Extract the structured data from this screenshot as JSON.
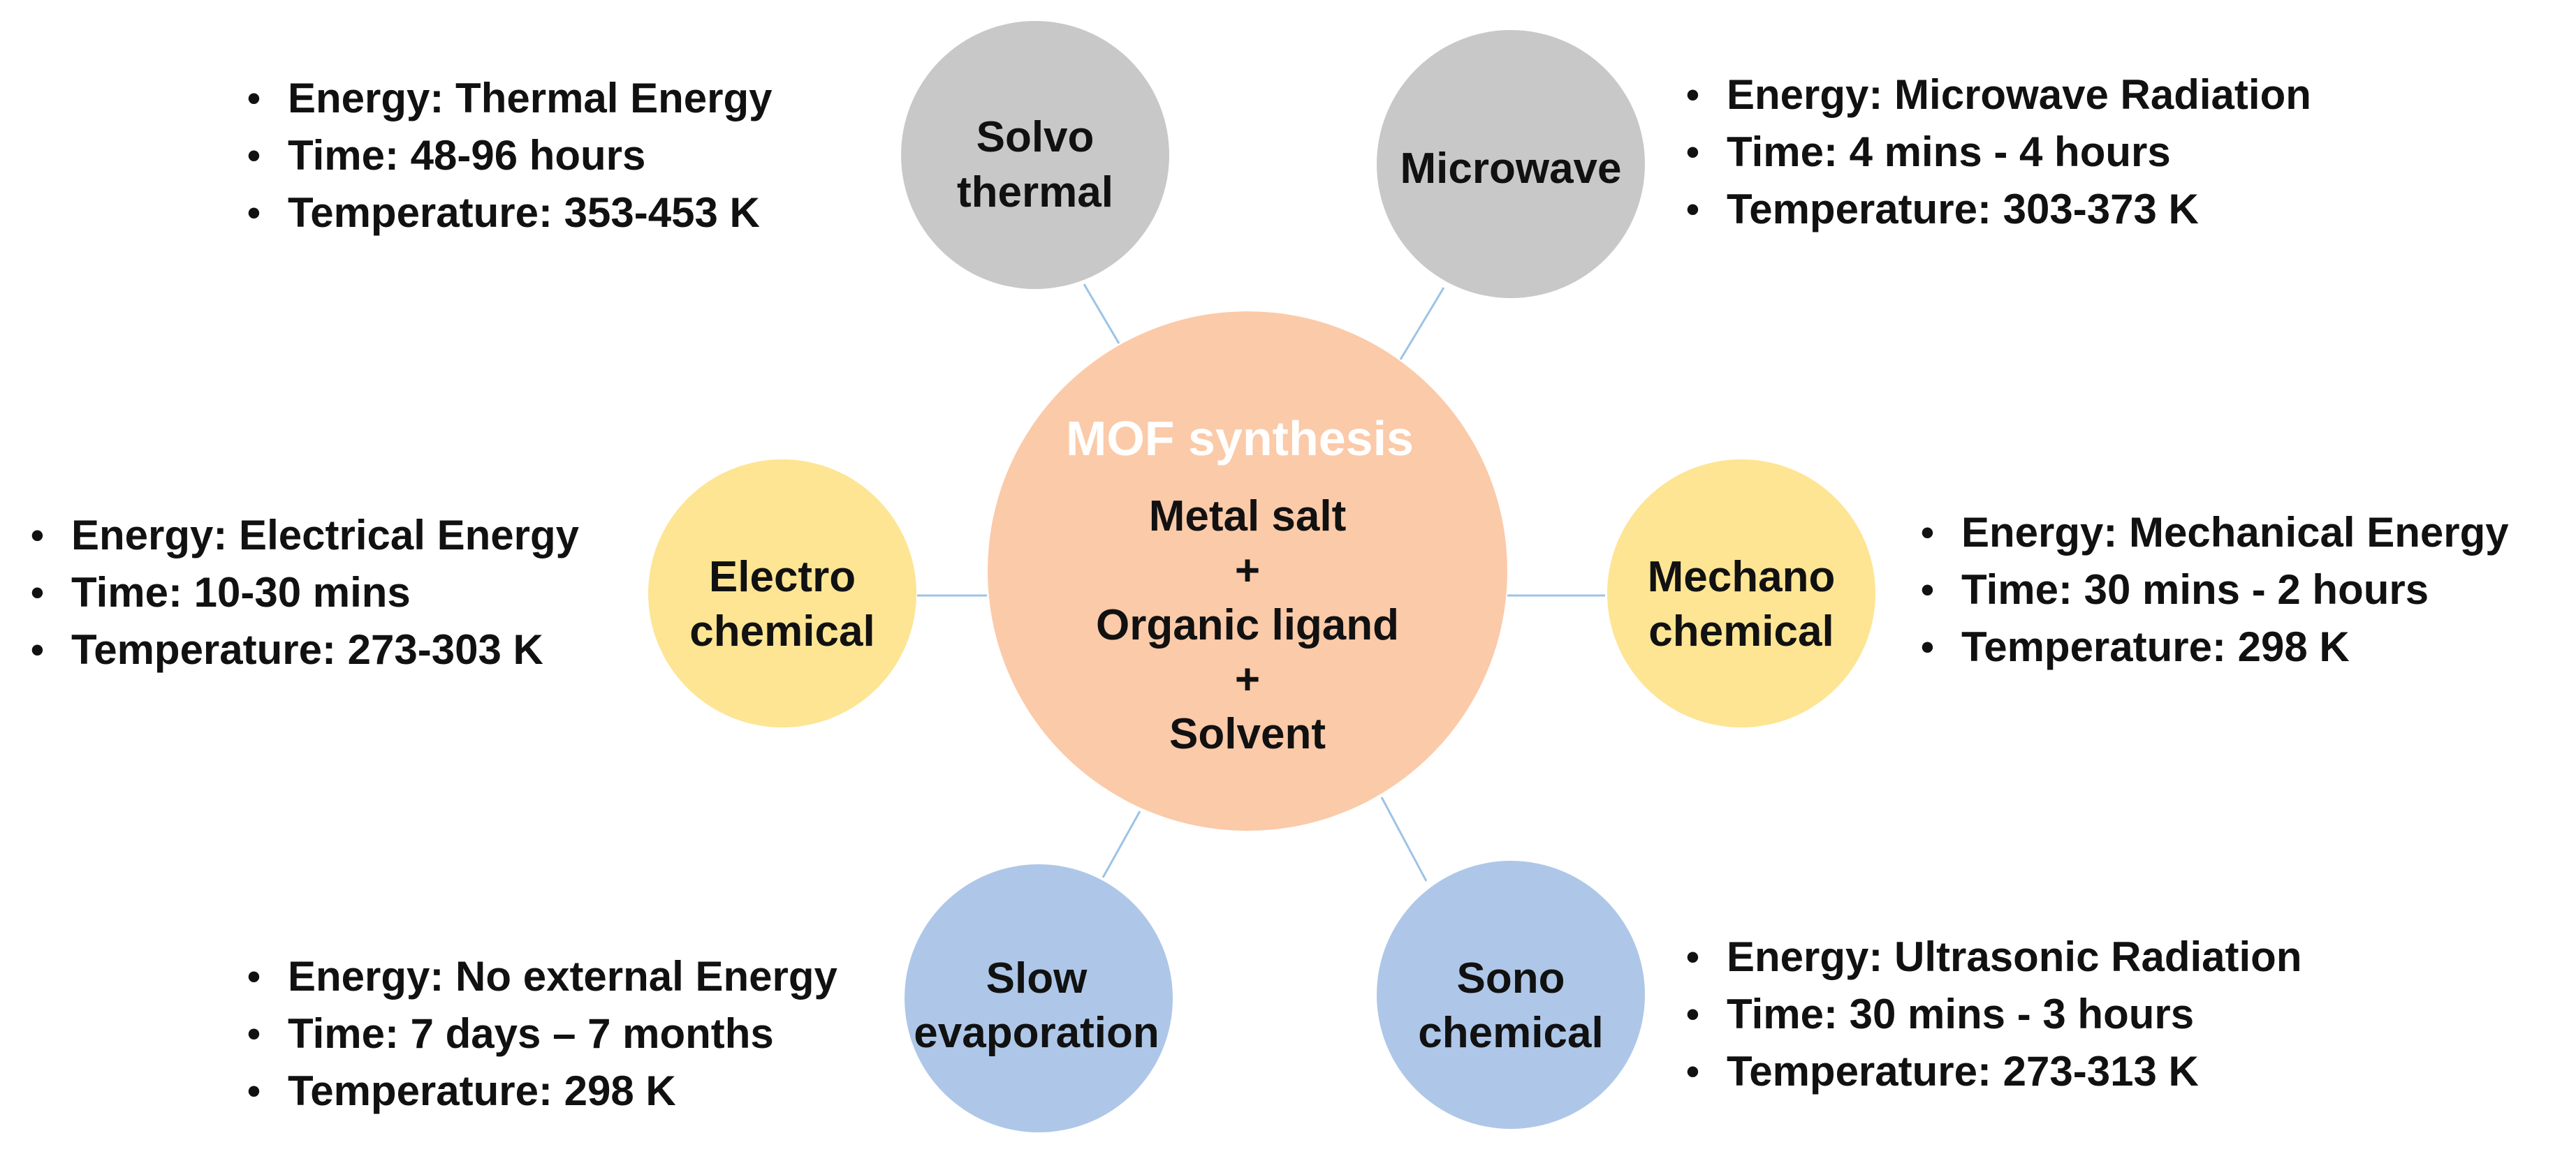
{
  "colors": {
    "hub_fill": "#fbcaa8",
    "gray_fill": "#c8c8c8",
    "yellow_fill": "#fde594",
    "blue_fill": "#aec7e8",
    "connector": "#9dc3e6",
    "text": "#111111",
    "hub_title": "#ffffff"
  },
  "hub": {
    "title": "MOF synthesis",
    "line1": "Metal salt",
    "plus1": "+",
    "line2": "Organic ligand",
    "plus2": "+",
    "line3": "Solvent"
  },
  "methods": {
    "solvothermal": {
      "label_line1": "Solvo",
      "label_line2": "thermal",
      "energy": "Energy: Thermal Energy",
      "time": "Time: 48-96 hours",
      "temperature": "Temperature: 353-453 K"
    },
    "microwave": {
      "label_line1": "Microwave",
      "energy": "Energy: Microwave Radiation",
      "time": "Time: 4 mins - 4 hours",
      "temperature": "Temperature: 303-373 K"
    },
    "electrochemical": {
      "label_line1": "Electro",
      "label_line2": "chemical",
      "energy": "Energy: Electrical Energy",
      "time": "Time: 10-30 mins",
      "temperature": "Temperature: 273-303 K"
    },
    "mechanochemical": {
      "label_line1": "Mechano",
      "label_line2": "chemical",
      "energy": "Energy: Mechanical Energy",
      "time": "Time: 30 mins - 2 hours",
      "temperature": "Temperature: 298 K"
    },
    "slow_evaporation": {
      "label_line1": "Slow",
      "label_line2": "evaporation",
      "energy": "Energy: No external Energy",
      "time": "Time: 7 days – 7 months",
      "temperature": "Temperature: 298 K"
    },
    "sonochemical": {
      "label_line1": "Sono",
      "label_line2": "chemical",
      "energy": "Energy: Ultrasonic Radiation",
      "time": "Time: 30 mins - 3 hours",
      "temperature": "Temperature: 273-313 K"
    }
  }
}
